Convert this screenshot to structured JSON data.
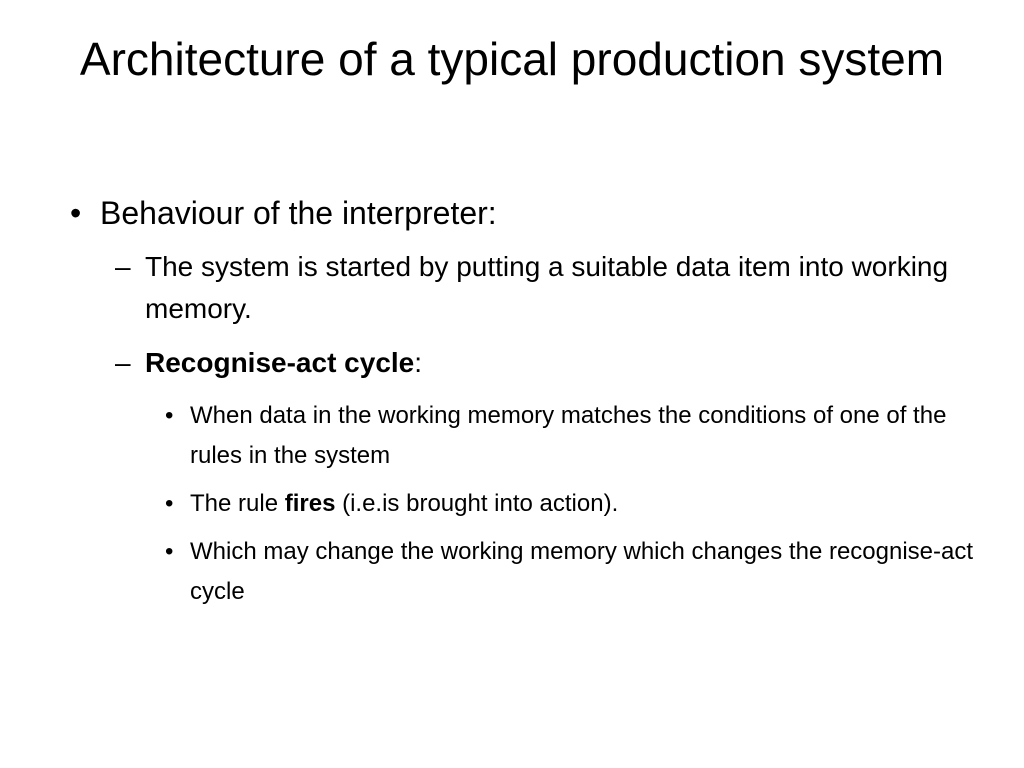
{
  "slide": {
    "title": "Architecture of a typical production system",
    "bullet_1": {
      "marker": "•",
      "text": "Behaviour of the interpreter:"
    },
    "sub_1": {
      "marker": "–",
      "text": "The system is started by putting a suitable data item into working memory."
    },
    "sub_2": {
      "marker": "–",
      "bold": "Recognise-act cycle",
      "rest": ":"
    },
    "subsub_1": {
      "marker": "•",
      "text": "When data in the working memory matches the conditions of one of the rules in the system"
    },
    "subsub_2": {
      "marker": "•",
      "pre": "The rule ",
      "bold": "fires",
      "post": " (i.e.is brought into action)."
    },
    "subsub_3": {
      "marker": "•",
      "text": "Which may change the working memory which changes the recognise-act cycle"
    }
  }
}
